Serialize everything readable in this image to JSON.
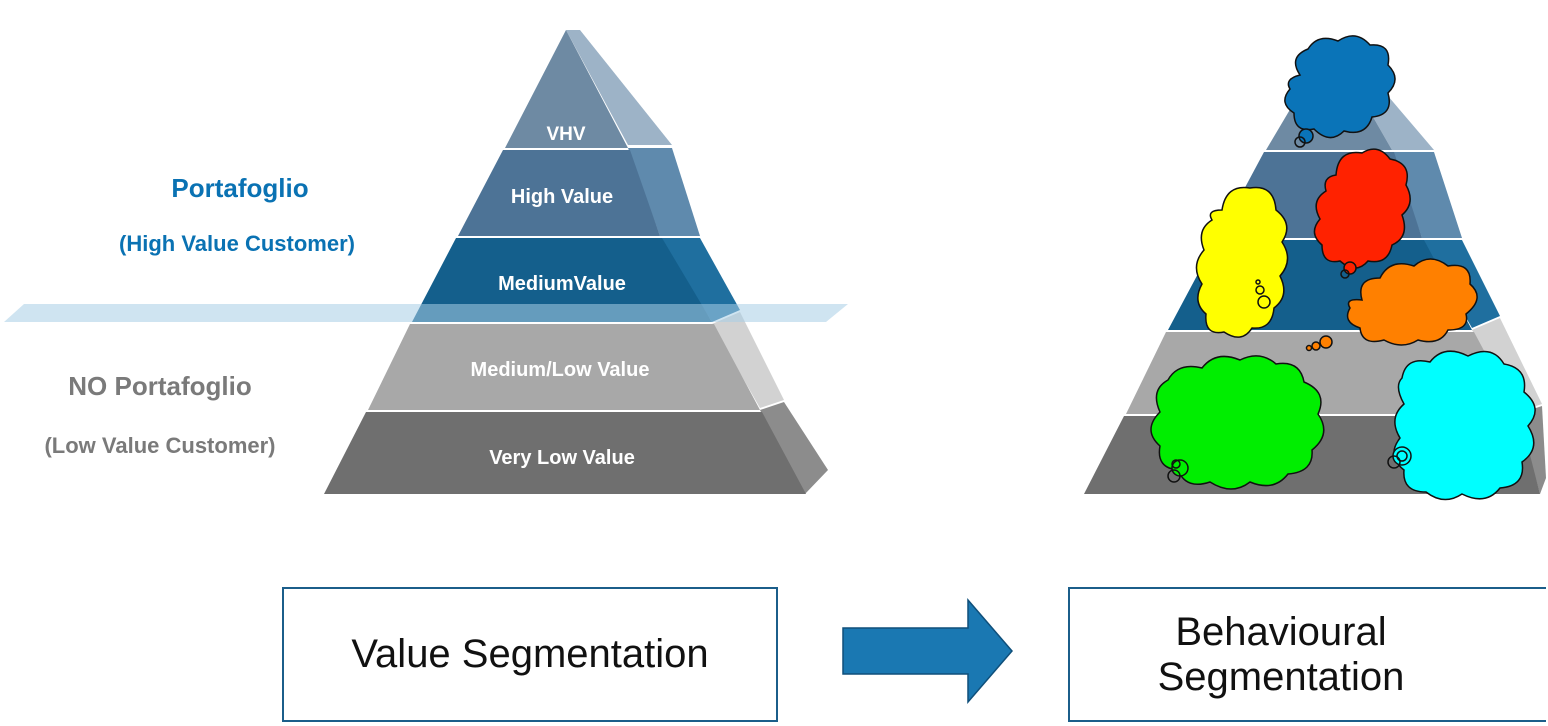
{
  "left_labels": {
    "portfolio_title": "Portafoglio",
    "portfolio_sub": "(High Value Customer)",
    "no_portfolio_title": "NO Portafoglio",
    "no_portfolio_sub": "(Low Value Customer)"
  },
  "pyramid_tiers": [
    "VHV",
    "High Value",
    "MediumValue",
    "Medium/Low Value",
    "Very Low Value"
  ],
  "boxes": {
    "value_segmentation": "Value Segmentation",
    "behavioural_segmentation": "Behavioural\nSegmentation"
  },
  "colors": {
    "portfolio_blue": "#0a72b3",
    "no_portfolio_gray": "#7a7a7a",
    "arrow_blue": "#1a78b2",
    "box_border": "#1b5e8a",
    "tier_vhv": "#6e8aa3",
    "tier_high": "#4d7396",
    "tier_medium": "#145f8c",
    "tier_medium_low": "#a8a8a8",
    "tier_very_low": "#6f6f6f"
  },
  "thought_bubbles": [
    "blue",
    "red",
    "yellow",
    "orange",
    "green",
    "cyan"
  ]
}
